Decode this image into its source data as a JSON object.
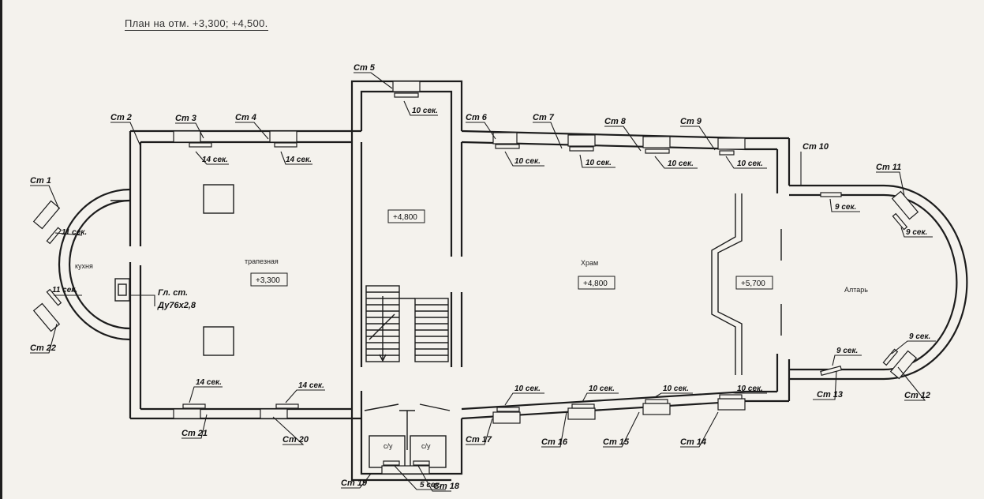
{
  "title": "План на отм. +3,300; +4,500.",
  "rooms": {
    "kitchen": "кухня",
    "refectory": "трапезная",
    "temple": "Храм",
    "altar": "Алтарь",
    "wc_left": "с/у",
    "wc_right": "с/у"
  },
  "elevations": {
    "refectory": "+3,300",
    "stair": "+4,800",
    "temple": "+4,800",
    "iconostasis": "+5,700"
  },
  "riser_labels": [
    "Ст 1",
    "Ст 2",
    "Ст 3",
    "Ст 4",
    "Ст 5",
    "Ст 6",
    "Ст 7",
    "Ст 8",
    "Ст 9",
    "Ст 10",
    "Ст 11",
    "Ст 12",
    "Ст 13",
    "Ст 14",
    "Ст 15",
    "Ст 16",
    "Ст 17",
    "Ст 18",
    "Ст 19",
    "Ст 20",
    "Ст 21",
    "Ст 22"
  ],
  "section_labels": {
    "s11": "11 сек.",
    "s14": "14 сек.",
    "s10": "10 сек.",
    "s9": "9 сек.",
    "s5": "5 сек."
  },
  "main_riser": {
    "label": "Гл. ст.",
    "spec": "Ду76х2,8"
  },
  "colors": {
    "ink": "#1c1c1c",
    "paper": "#f4f2ed"
  }
}
